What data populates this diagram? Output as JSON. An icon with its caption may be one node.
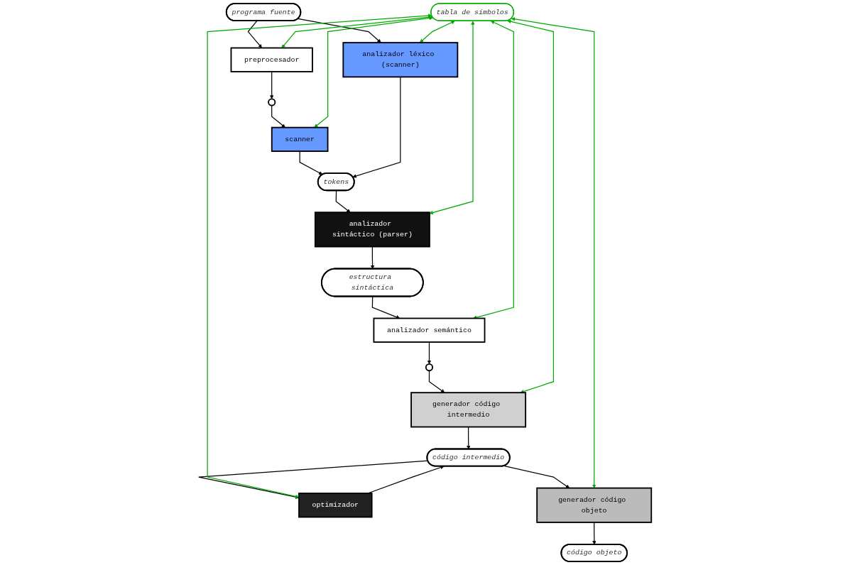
{
  "diagram": {
    "nodes": [
      {
        "text": [
          "preprocesador"
        ]
      },
      {
        "text": [
          "programa fuente"
        ]
      },
      {
        "text": [],
        "shape": "circle"
      },
      {
        "text": [
          "scanner"
        ]
      },
      {
        "text": [
          "analizador léxico (scanner)"
        ]
      },
      {
        "text": [
          "tokens"
        ]
      },
      {
        "text": [
          "analizador sintáctico (parser)"
        ]
      },
      {
        "text": [
          "estructura sintáctica"
        ]
      },
      {
        "text": [
          "analizador semántico"
        ]
      },
      {
        "text": [],
        "shape": "circle"
      },
      {
        "text": [
          "generador código intermedio"
        ]
      },
      {
        "text": [
          "código intermedio"
        ]
      },
      {
        "text": [
          "optimizador"
        ]
      },
      {
        "text": [
          "generador código objeto"
        ]
      },
      {
        "text": [
          "código objeto"
        ]
      },
      {
        "text": [
          "tabla de símbolos"
        ]
      }
    ],
    "edges": [
      {
        "from": 1,
        "to": 0,
        "arrow": "to"
      },
      {
        "from": 0,
        "to": 2,
        "arrow": "to"
      },
      {
        "from": 2,
        "to": 3,
        "arrow": "to"
      },
      {
        "from": 3,
        "to": 5,
        "arrow": "to"
      },
      {
        "from": 1,
        "to": 4,
        "arrow": "to"
      },
      {
        "from": 4,
        "to": 5,
        "arrow": "to"
      },
      {
        "from": 5,
        "to": 6,
        "arrow": "to"
      },
      {
        "from": 6,
        "to": 7,
        "arrow": "to"
      },
      {
        "from": 7,
        "to": 8,
        "arrow": "to"
      },
      {
        "from": 8,
        "to": 9,
        "arrow": "to"
      },
      {
        "from": 9,
        "to": 10,
        "arrow": "to"
      },
      {
        "from": 10,
        "to": 11,
        "arrow": "to"
      },
      {
        "from": 11,
        "to": 12,
        "arrow": "to"
      },
      {
        "from": 12,
        "to": 11,
        "arrow": "to"
      },
      {
        "from": 11,
        "to": 13,
        "arrow": "to"
      },
      {
        "from": 13,
        "to": 14,
        "arrow": "to"
      },
      {
        "from": 15,
        "to": 0,
        "arrow": "both",
        "color": "#00aa00"
      },
      {
        "from": 15,
        "to": 3,
        "arrow": "both",
        "color": "#00aa00"
      },
      {
        "from": 15,
        "to": 4,
        "arrow": "both",
        "color": "#00aa00"
      },
      {
        "from": 15,
        "to": 6,
        "arrow": "both",
        "color": "#00aa00"
      },
      {
        "from": 15,
        "to": 8,
        "arrow": "both",
        "color": "#00aa00"
      },
      {
        "from": 15,
        "to": 10,
        "arrow": "both",
        "color": "#00aa00"
      },
      {
        "from": 15,
        "to": 12,
        "arrow": "both",
        "color": "#00aa00"
      },
      {
        "from": 15,
        "to": 13,
        "arrow": "both",
        "color": "#00aa00"
      }
    ]
  }
}
